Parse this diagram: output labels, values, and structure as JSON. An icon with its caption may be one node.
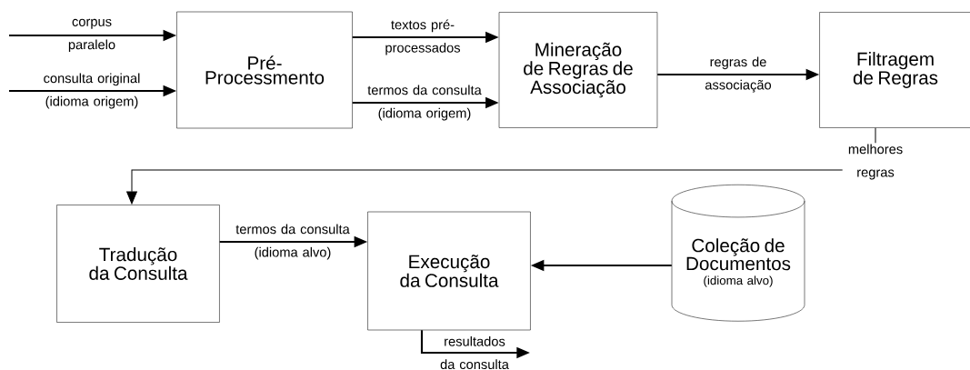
{
  "diagram": {
    "nodes": [
      {
        "text": [
          "Pré- Processmento"
        ]
      },
      {
        "text": [
          "Mineração de Regras de Associação"
        ]
      },
      {
        "text": [
          "Filtragem de Regras"
        ]
      },
      {
        "text": [
          "Tradução da Consulta"
        ]
      },
      {
        "text": [
          "Execução da Consulta"
        ]
      },
      {
        "text": [
          "Coleção de Documentos",
          "(idioma alvo)"
        ]
      }
    ],
    "edges": [
      {
        "from": null,
        "to": 0,
        "arrow": "to",
        "label": "corpus paralelo"
      },
      {
        "from": null,
        "to": 0,
        "arrow": "to",
        "label": "consulta original (idioma origem)"
      },
      {
        "from": 0,
        "to": 1,
        "arrow": "to",
        "label": "textos pré-processados"
      },
      {
        "from": 0,
        "to": 1,
        "arrow": "to",
        "label": "termos da consulta (idioma origem)"
      },
      {
        "from": 1,
        "to": 2,
        "arrow": "to",
        "label": "regras de associação"
      },
      {
        "from": 2,
        "to": 3,
        "arrow": "to",
        "label": "melhores regras"
      },
      {
        "from": 3,
        "to": 4,
        "arrow": "to",
        "label": "termos da consulta (idioma alvo)"
      },
      {
        "from": 5,
        "to": 4,
        "arrow": "to"
      },
      {
        "from": 4,
        "to": null,
        "arrow": "to",
        "label": "resultados da consulta"
      }
    ]
  }
}
